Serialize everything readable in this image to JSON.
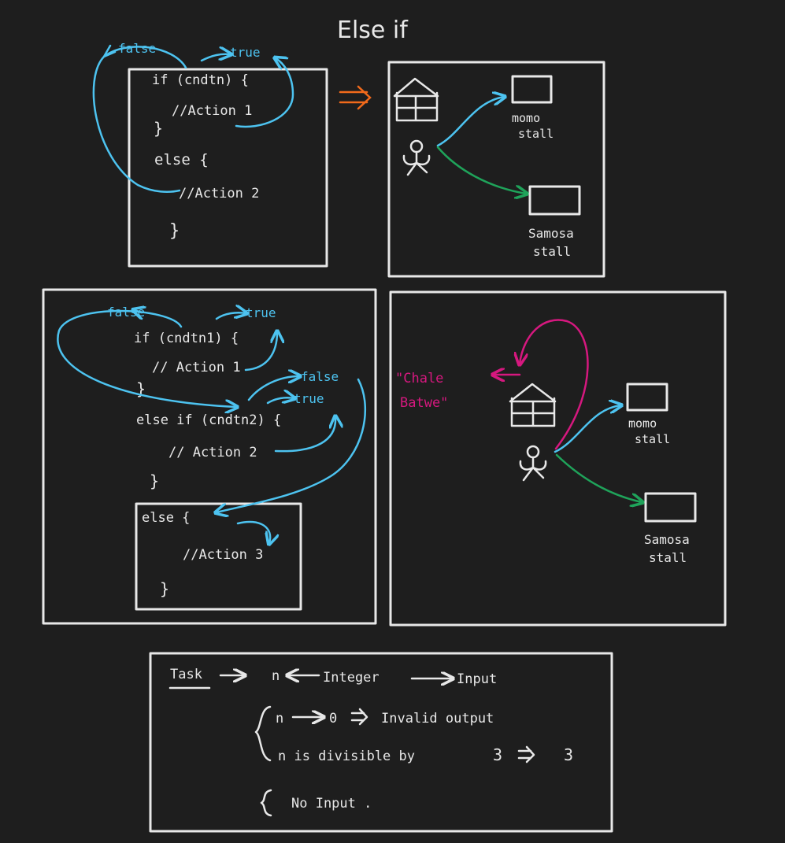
{
  "title": "Else if",
  "panel1": {
    "code": [
      "if (cndtn) {",
      "//Action 1",
      "}",
      "else {",
      "//Action 2",
      "}"
    ],
    "false_label": "false",
    "true_label": "true"
  },
  "scene1": {
    "stall_top": [
      "momo",
      "stall"
    ],
    "stall_bottom": [
      "Samosa",
      "stall"
    ]
  },
  "panel2": {
    "code": [
      "if (cndtn1) {",
      "// Action 1",
      "}",
      "else if (cndtn2) {",
      "// Action 2",
      "}",
      "else {",
      "//Action 3",
      "}"
    ],
    "false_label_1": "false",
    "true_label_1": "true",
    "false_label_2": "false",
    "true_label_2": "true"
  },
  "scene2": {
    "quote": [
      "\"Chale",
      "Batwe\""
    ],
    "stall_top": [
      "momo",
      "stall"
    ],
    "stall_bottom": [
      "Samosa",
      "stall"
    ]
  },
  "task": {
    "task_label": "Task",
    "line1_n": "n",
    "line1_integer": "Integer",
    "line1_input": "Input",
    "case1_n": "n",
    "case1_zero": "0",
    "case1_text": "Invalid output",
    "case2_text": "n is divisible by",
    "case2_val": "3",
    "case2_result": "3",
    "line3": "No Input ."
  },
  "colors": {
    "background": "#1e1e1e",
    "stroke": "#e8e8e8",
    "blue": "#4dc3f0",
    "green": "#1fa35a",
    "pink": "#d6187f",
    "orange": "#f26a1b"
  }
}
